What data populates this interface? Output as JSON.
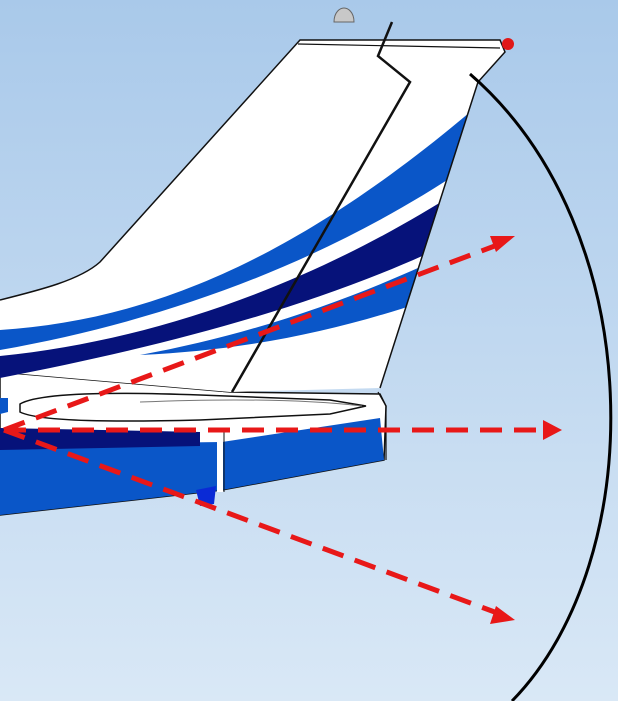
{
  "colors": {
    "sky_top": "#a9c9ea",
    "sky_bottom": "#d9e8f6",
    "tail_white": "#ffffff",
    "stripe_blue": "#0a56c8",
    "stripe_navy": "#06127a",
    "outline": "#111111",
    "nav_light_red": "#e01818",
    "beacon_gray": "#c8c8c8",
    "ray_red": "#e81818",
    "arc_black": "#000000"
  },
  "rays": [
    {
      "name": "ray-up-right",
      "label": ""
    },
    {
      "name": "ray-right",
      "label": ""
    },
    {
      "name": "ray-down-right",
      "label": ""
    }
  ]
}
